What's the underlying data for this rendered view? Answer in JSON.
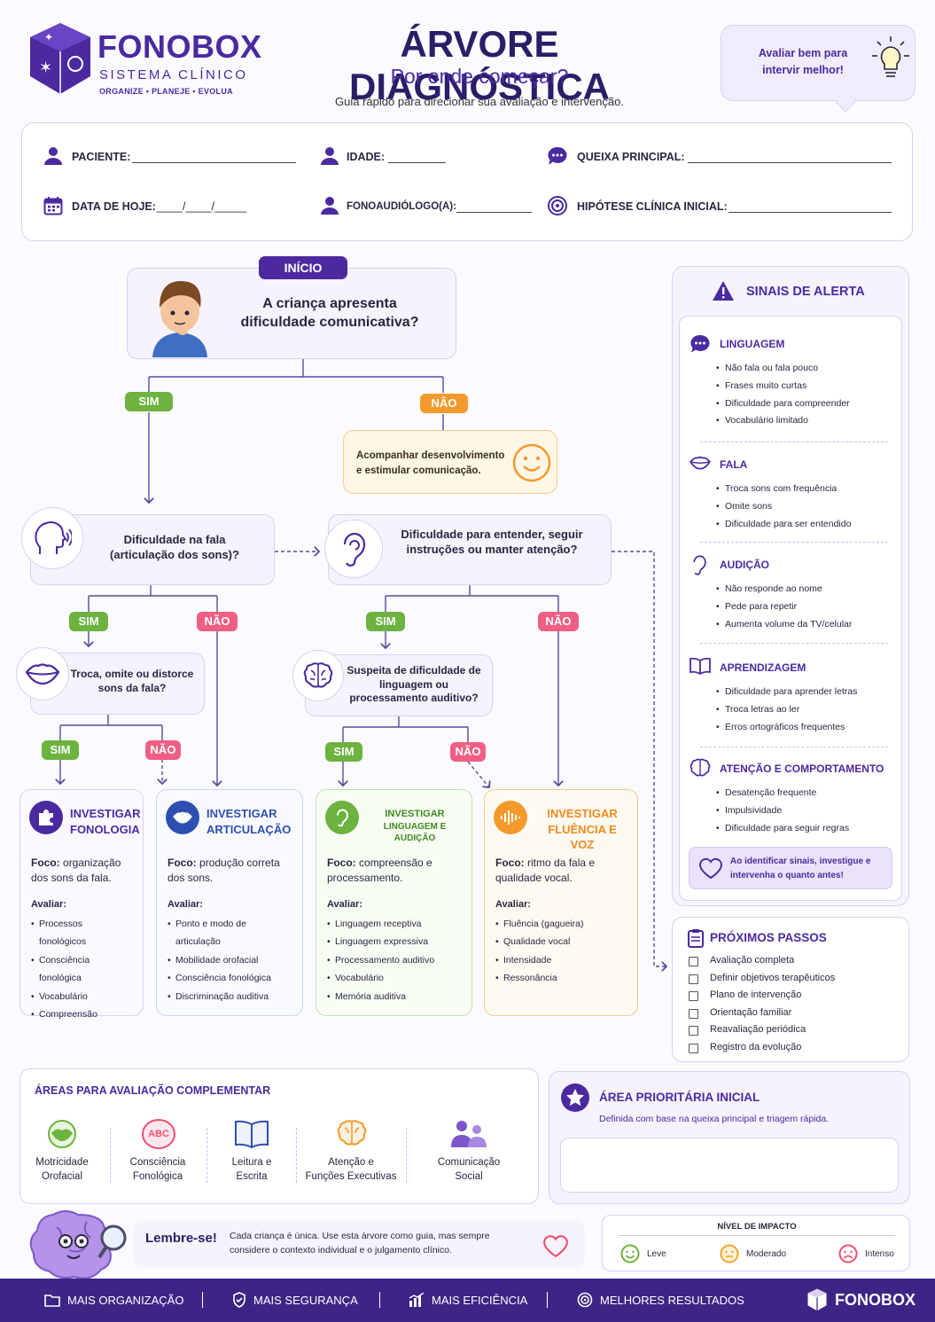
{
  "brand": {
    "name": "FONOBOX",
    "subtitle": "SISTEMA CLÍNICO",
    "tagline": "ORGANIZE • PLANEJE • EVOLUA",
    "color": "#4b2aa0"
  },
  "header": {
    "title": "ÁRVORE DIAGNÓSTICA",
    "subtitle": "Por onde começar?",
    "description": "Guia rápido para direcionar sua avaliação e intervenção.",
    "bubble": "Avaliar bem para intervir melhor!"
  },
  "form": {
    "patient_label": "PACIENTE:",
    "age_label": "IDADE:",
    "complaint_label": "QUEIXA PRINCIPAL:",
    "date_label": "DATA DE HOJE:",
    "date_blank": "____/____/_____",
    "therapist_label": "FONOAUDIÓLOGO(A):",
    "hypothesis_label": "HIPÓTESE CLÍNICA INICIAL:"
  },
  "tree": {
    "start_label": "INÍCIO",
    "start_question": "A criança apresenta dificuldade comunicativa?",
    "yes": "SIM",
    "no": "NÃO",
    "no_outcome": "Acompanhar desenvolvimento e estimular comunicação.",
    "q_speech": "Dificuldade na fala (articulação dos sons)?",
    "q_understanding": "Dificuldade para entender, seguir instruções ou manter atenção?",
    "q_sound_errors": "Troca, omite ou distorce sons da fala?",
    "q_language": "Suspeita de dificuldade de linguagem ou processamento auditivo?"
  },
  "investigate": [
    {
      "title_line1": "INVESTIGAR",
      "title_line2": "FONOLOGIA",
      "foco_label": "Foco:",
      "foco": "organização dos sons da fala.",
      "avaliar_label": "Avaliar:",
      "items": [
        "Processos fonológicos",
        "Consciência fonológica",
        "Vocabulário",
        "Compreensão"
      ],
      "color": "#4b2aa0"
    },
    {
      "title_line1": "INVESTIGAR",
      "title_line2": "ARTICULAÇÃO",
      "foco_label": "Foco:",
      "foco": "produção correta dos sons.",
      "avaliar_label": "Avaliar:",
      "items": [
        "Ponto e modo de articulação",
        "Mobilidade orofacial",
        "Consciência fonológica",
        "Discriminação auditiva"
      ],
      "color": "#2e4fb0"
    },
    {
      "title_line1": "INVESTIGAR",
      "title_line2": "LINGUAGEM E AUDIÇÃO",
      "foco_label": "Foco:",
      "foco": "compreensão e processamento.",
      "avaliar_label": "Avaliar:",
      "items": [
        "Linguagem receptiva",
        "Linguagem expressiva",
        "Processamento auditivo",
        "Vocabulário",
        "Memória auditiva"
      ],
      "color": "#4f9a2a"
    },
    {
      "title_line1": "INVESTIGAR",
      "title_line2": "FLUÊNCIA E VOZ",
      "foco_label": "Foco:",
      "foco": "ritmo da fala e qualidade vocal.",
      "avaliar_label": "Avaliar:",
      "items": [
        "Fluência (gagueira)",
        "Qualidade vocal",
        "Intensidade",
        "Ressonância"
      ],
      "color": "#f08a1c"
    }
  ],
  "alerts": {
    "title": "SINAIS DE ALERTA",
    "sections": [
      {
        "title": "LINGUAGEM",
        "icon": "speech-bubble-icon",
        "items": [
          "Não fala ou fala pouco",
          "Frases muito curtas",
          "Dificuldade para compreender",
          "Vocabulário limitado"
        ]
      },
      {
        "title": "FALA",
        "icon": "lips-icon",
        "items": [
          "Troca sons com frequência",
          "Omite sons",
          "Dificuldade para ser entendido"
        ]
      },
      {
        "title": "AUDIÇÃO",
        "icon": "ear-icon",
        "items": [
          "Não responde ao nome",
          "Pede para repetir",
          "Aumenta volume da TV/celular"
        ]
      },
      {
        "title": "APRENDIZAGEM",
        "icon": "book-icon",
        "items": [
          "Dificuldade para aprender letras",
          "Troca letras ao ler",
          "Erros ortográficos frequentes"
        ]
      },
      {
        "title": "ATENÇÃO E COMPORTAMENTO",
        "icon": "brain-icon",
        "items": [
          "Desatenção frequente",
          "Impulsividade",
          "Dificuldade para seguir regras"
        ]
      }
    ],
    "note": "Ao identificar sinais, investigue e intervenha o quanto antes!"
  },
  "next_steps": {
    "title": "PRÓXIMOS PASSOS",
    "items": [
      "Avaliação completa",
      "Definir objetivos terapêuticos",
      "Plano de intervenção",
      "Orientação familiar",
      "Reavaliação periódica",
      "Registro da evolução"
    ]
  },
  "complementary": {
    "title": "ÁREAS PARA AVALIAÇÃO COMPLEMENTAR",
    "items": [
      {
        "line1": "Motricidade",
        "line2": "Orofacial",
        "icon": "mouth-icon"
      },
      {
        "line1": "Consciência",
        "line2": "Fonológica",
        "icon": "abc-icon"
      },
      {
        "line1": "Leitura e",
        "line2": "Escrita",
        "icon": "book-icon"
      },
      {
        "line1": "Atenção e",
        "line2": "Funções Executivas",
        "icon": "brain-icon"
      },
      {
        "line1": "Comunicação",
        "line2": "Social",
        "icon": "people-icon"
      }
    ],
    "abc_text": "ABC"
  },
  "priority": {
    "title": "ÁREA PRIORITÁRIA INICIAL",
    "subtitle": "Definida com base na queixa principal e triagem rápida."
  },
  "reminder": {
    "title": "Lembre-se!",
    "text": "Cada criança é única. Use esta árvore como guia, mas sempre considere o contexto individual e o julgamento clínico."
  },
  "impact": {
    "title": "NÍVEL DE IMPACTO",
    "levels": [
      {
        "label": "Leve",
        "color": "#6cb33f"
      },
      {
        "label": "Moderado",
        "color": "#f3a52c"
      },
      {
        "label": "Intenso",
        "color": "#ef4f6f"
      }
    ]
  },
  "footer": {
    "items": [
      "MAIS ORGANIZAÇÃO",
      "MAIS SEGURANÇA",
      "MAIS EFICIÊNCIA",
      "MELHORES RESULTADOS"
    ],
    "brand": "FONOBOX",
    "bg": "#3d2585"
  }
}
